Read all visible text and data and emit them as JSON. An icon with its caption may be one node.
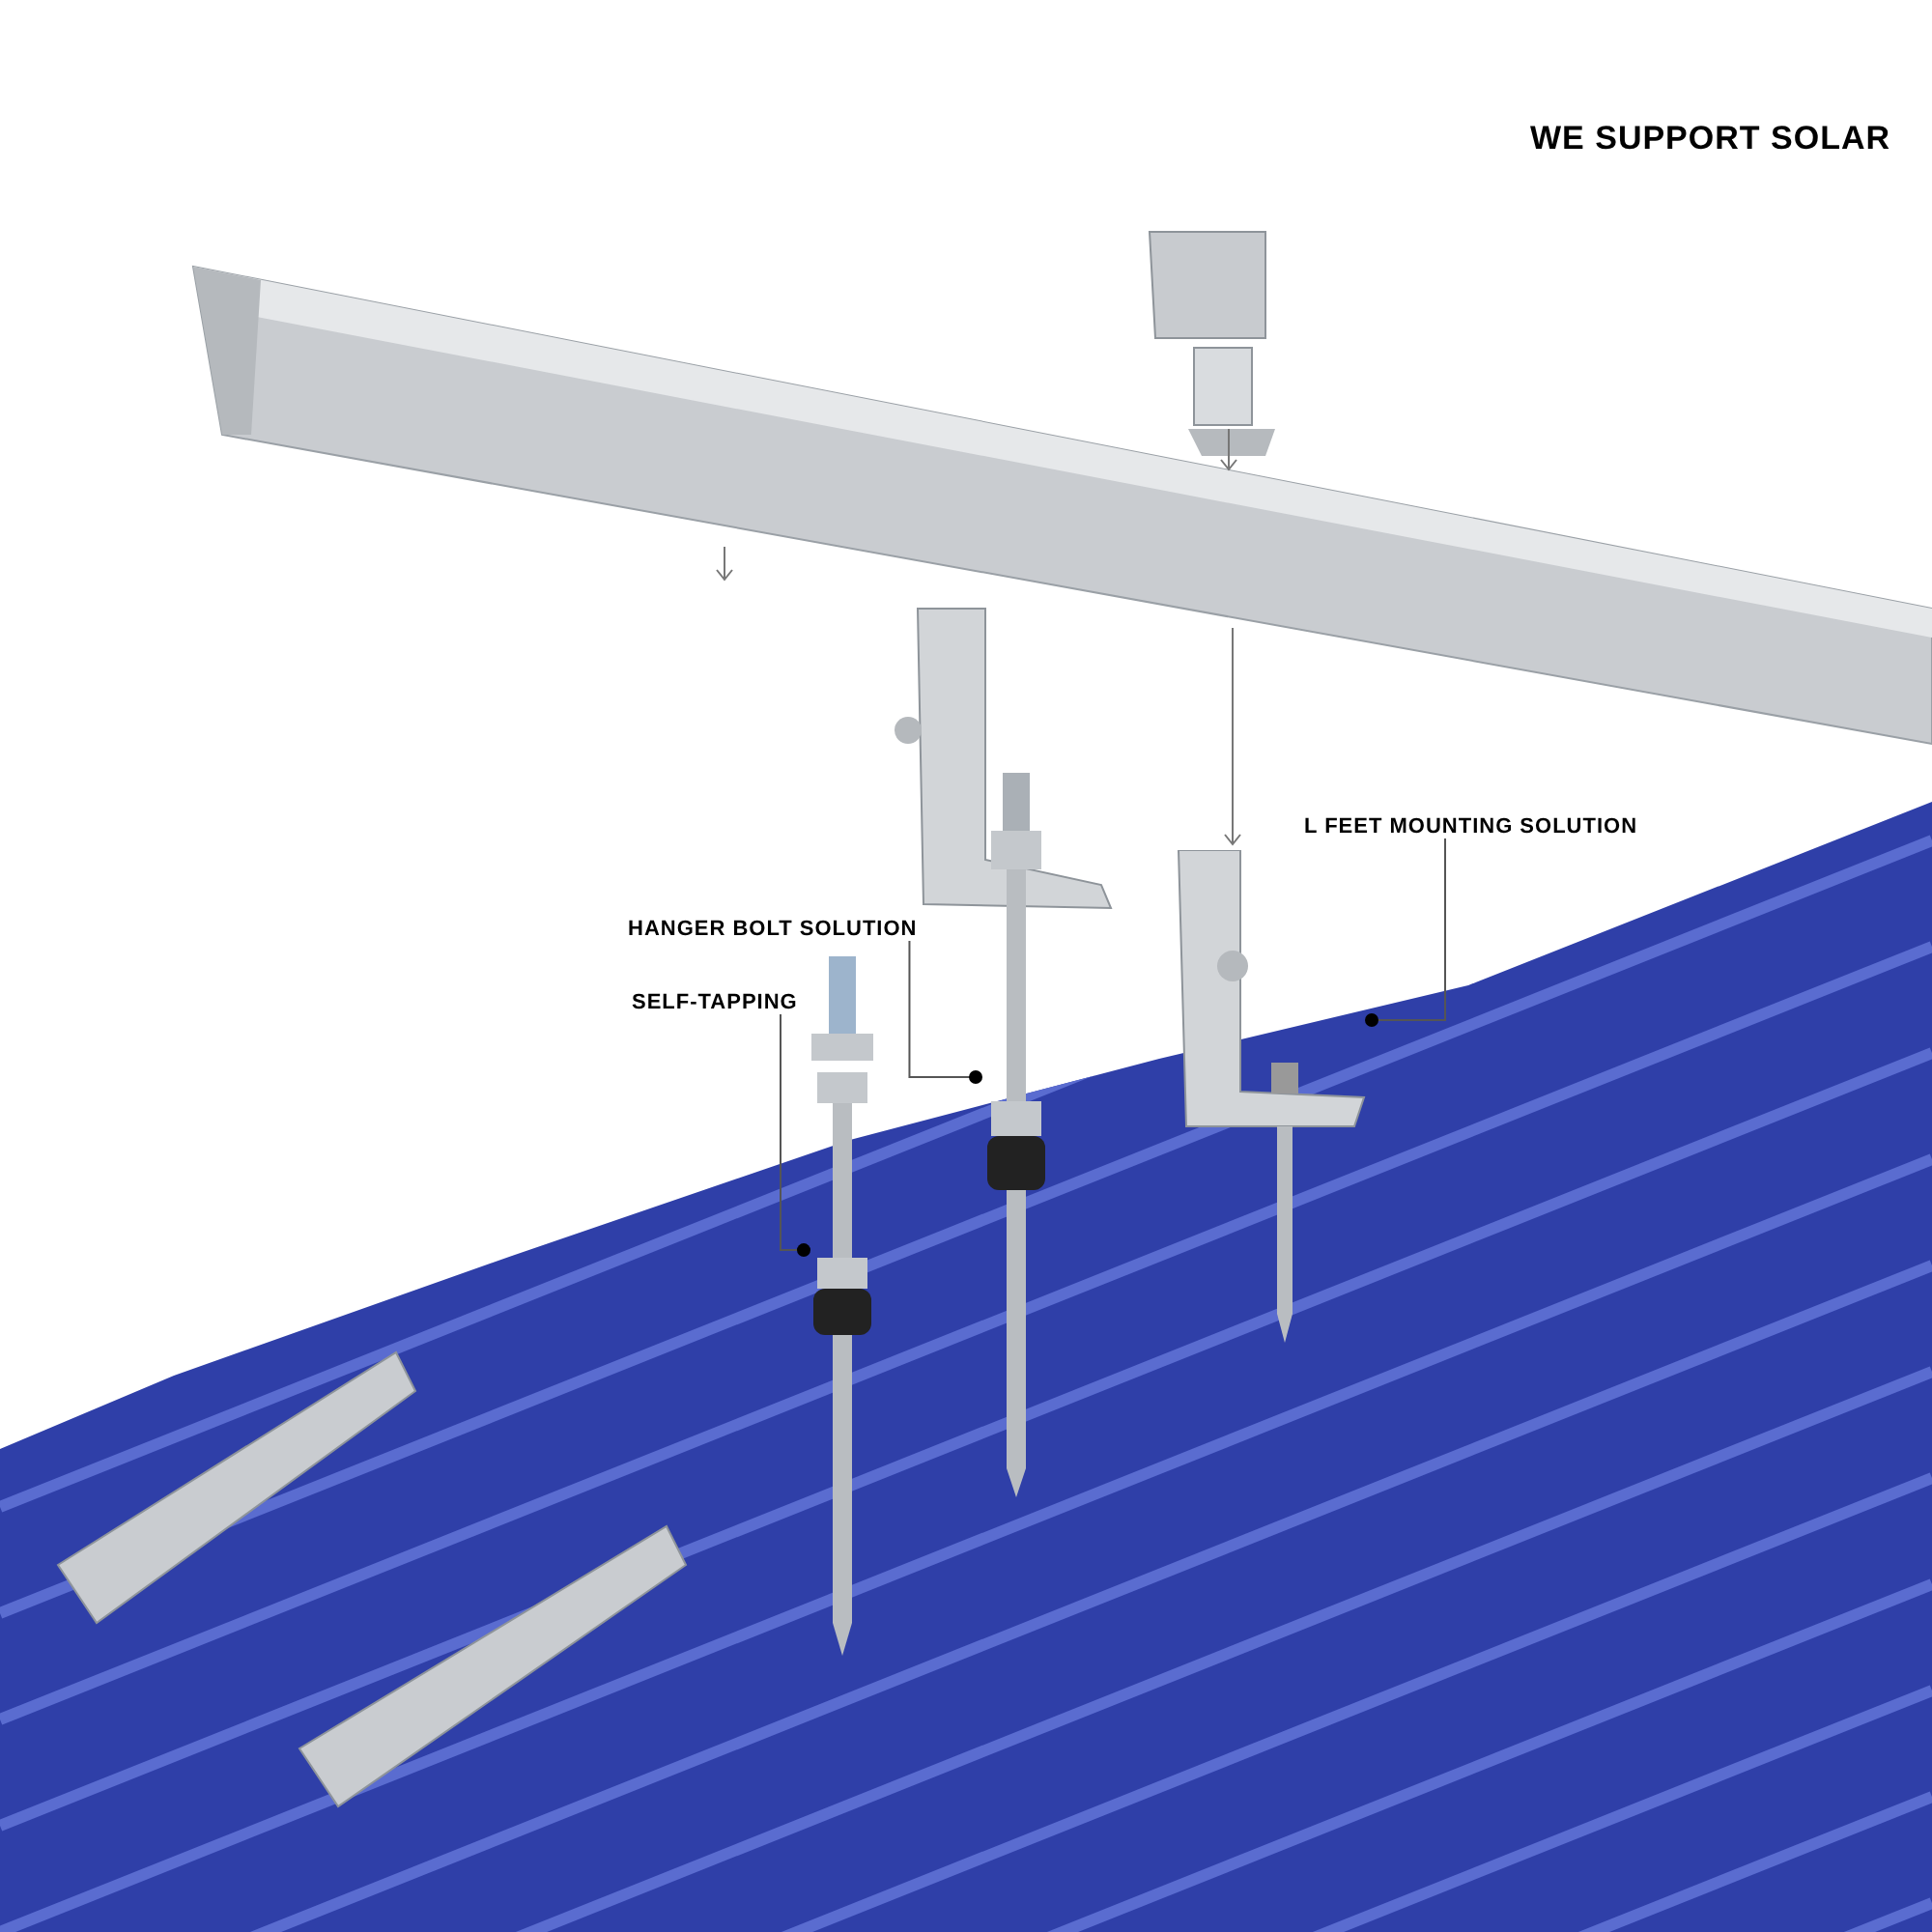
{
  "diagram": {
    "title": "WE SUPPORT SOLAR",
    "nodes": [
      {
        "text": [
          "HANGER BOLT SOLUTION"
        ]
      },
      {
        "text": [
          "SELF-TAPPING"
        ]
      },
      {
        "text": [
          "L FEET MOUNTING SOLUTION"
        ]
      },
      {
        "text": [],
        "shape": "picture"
      },
      {
        "text": [],
        "shape": "picture"
      },
      {
        "text": [],
        "shape": "picture"
      }
    ],
    "edges": [
      {
        "from": 0,
        "to": 3,
        "arrow": "other"
      },
      {
        "from": 1,
        "to": 4,
        "arrow": "other"
      },
      {
        "from": 2,
        "to": 5,
        "arrow": "other"
      }
    ]
  }
}
